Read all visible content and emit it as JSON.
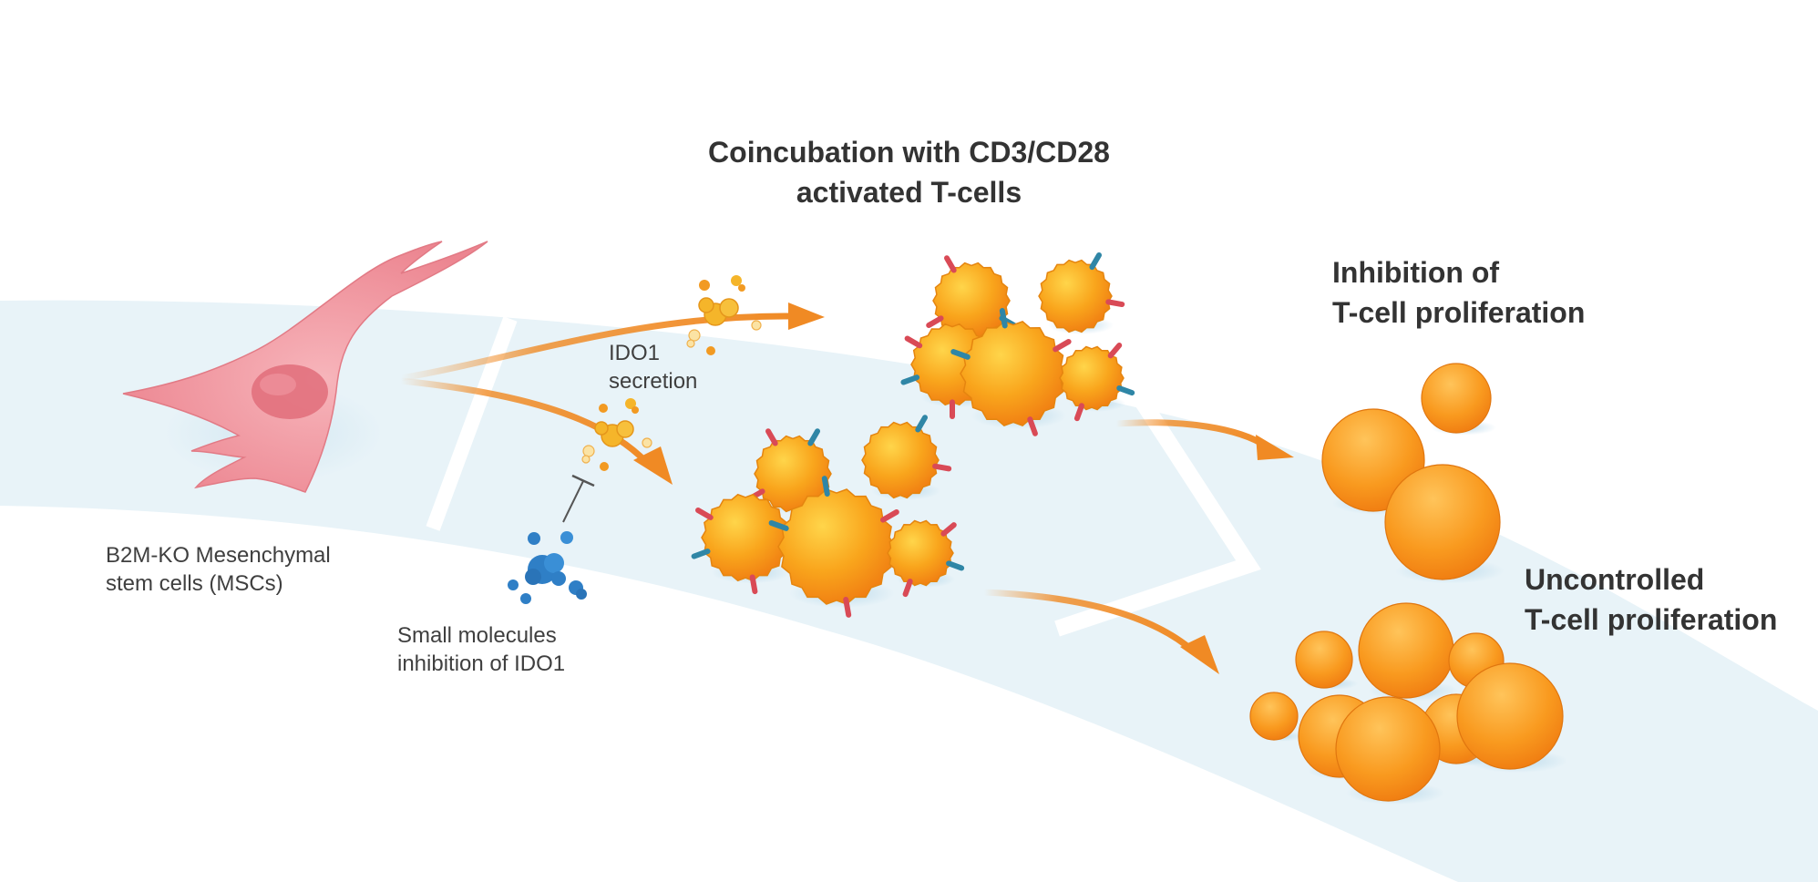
{
  "labels": {
    "coincubation": {
      "line1": "Coincubation with CD3/CD28",
      "line2": "activated T-cells"
    },
    "inhibition": {
      "line1": "Inhibition of",
      "line2": "T-cell proliferation"
    },
    "uncontrolled": {
      "line1": "Uncontrolled",
      "line2": "T-cell proliferation"
    },
    "ido1_secretion": {
      "line1": "IDO1",
      "line2": "secretion"
    },
    "mscs": {
      "line1": "B2M-KO Mesenchymal",
      "line2": "stem cells (MSCs)"
    },
    "small_molecules": {
      "line1": "Small molecules",
      "line2": "inhibition of IDO1"
    }
  },
  "colors": {
    "band": "#e8f3f8",
    "msc_cell": "#ef8f98",
    "msc_nucleus": "#e06f7b",
    "arrow": "#f08a24",
    "t_cell": "#f7a21b",
    "t_cell_highlight": "#ffd24d",
    "receptor_red": "#d94a56",
    "receptor_blue": "#2f86a6",
    "ido1_protein": "#f5b52a",
    "inhibitor": "#2f7fc6"
  }
}
